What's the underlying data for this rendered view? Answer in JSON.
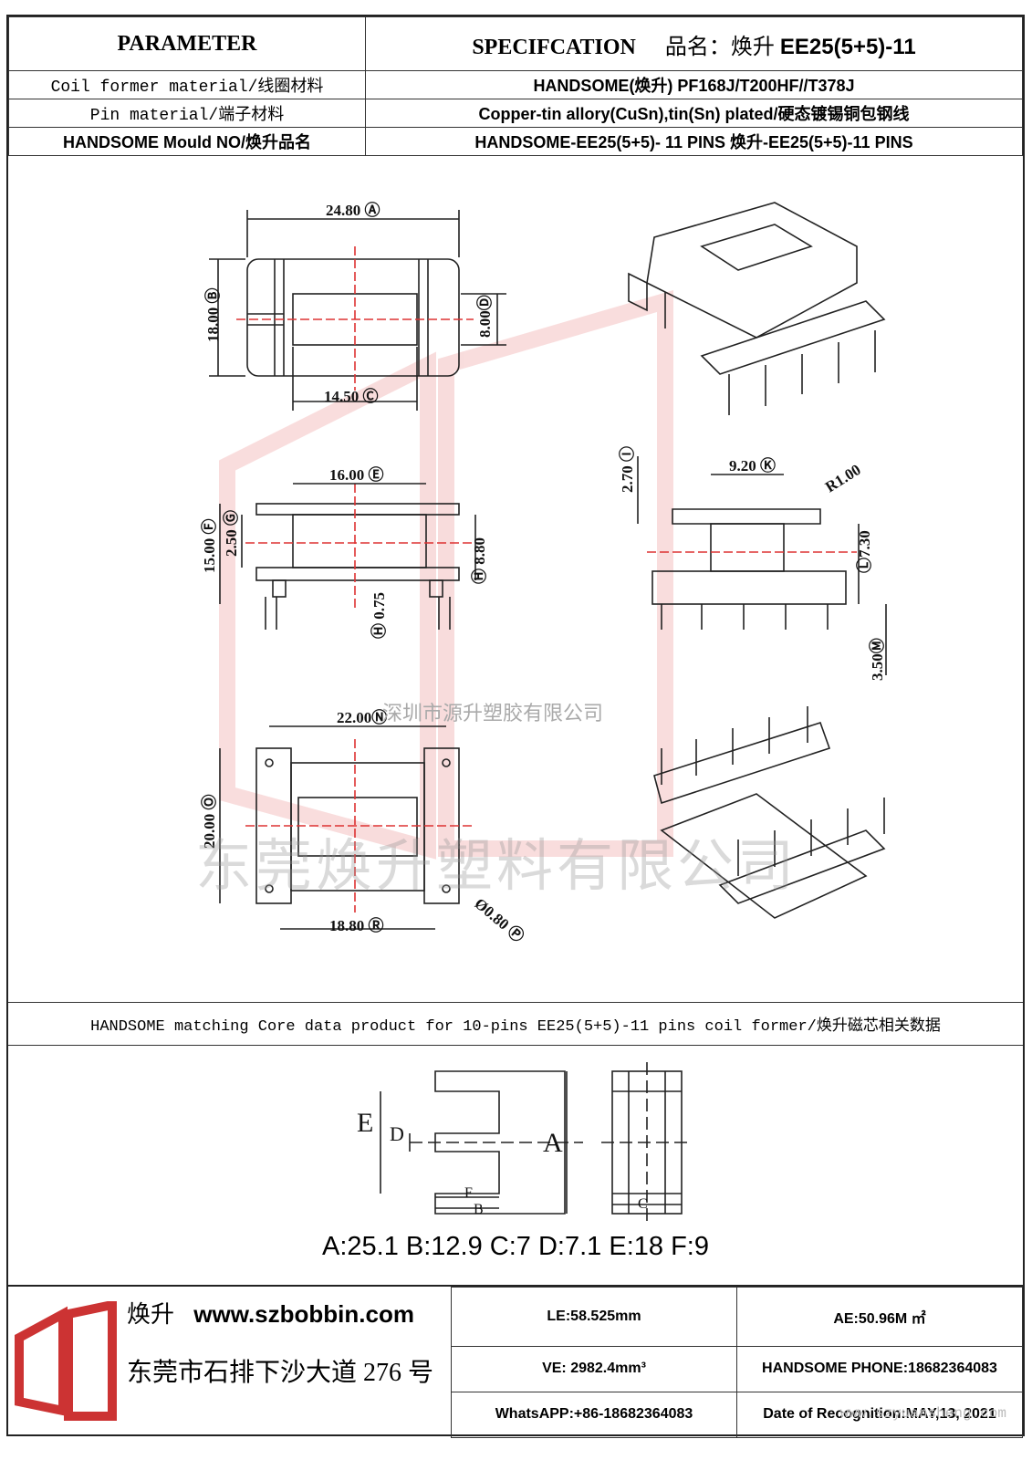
{
  "header": {
    "parameter": "PARAMETER",
    "specification": "SPECIFCATION",
    "product_prefix": "品名：焕升",
    "product_name": "EE25(5+5)-11"
  },
  "rows": [
    {
      "label": "Coil former material/线圈材料",
      "value": "HANDSOME(焕升)  PF168J/T200HF//T378J"
    },
    {
      "label": "Pin material/端子材料",
      "value": "Copper-tin allory(CuSn),tin(Sn) plated/硬态镀锡铜包钢线"
    },
    {
      "label": "HANDSOME Mould NO/焕升品名",
      "value": "HANDSOME-EE25(5+5)- 11 PINS   焕升-EE25(5+5)-11 PINS"
    }
  ],
  "dimensions": {
    "top_width": "24.80 Ⓐ",
    "top_height": "18.00 Ⓑ",
    "top_window": "14.50 Ⓒ",
    "top_right": "8.00Ⓓ",
    "side_width": "16.00 Ⓔ",
    "side_height": "15.00 Ⓕ",
    "side_flange": "2.50 Ⓖ",
    "side_center": "Ⓗ 8.80",
    "side_pin_gap": "Ⓗ 0.75",
    "end_top": "2.70 Ⓘ",
    "end_width": "9.20 Ⓚ",
    "end_radius": "R1.00",
    "end_height": "Ⓛ7.30",
    "end_pin": "3.50Ⓜ",
    "bottom_width": "22.00Ⓝ",
    "bottom_height": "20.00 Ⓞ",
    "bottom_pitch": "18.80 Ⓡ",
    "pin_dia": "Ø0.80 Ⓟ"
  },
  "watermark_line": "深圳市源升塑胶有限公司",
  "watermark_big": "东莞焕升塑料有限公司",
  "core_section_title": "HANDSOME matching Core data  product for 10-pins EE25(5+5)-11 pins coil former/焕升磁芯相关数据",
  "core_labels": {
    "A": "A",
    "B": "B",
    "C": "C",
    "D": "D",
    "E": "E",
    "F": "F"
  },
  "core_values": "A:25.1 B:12.9 C:7 D:7.1 E:18 F:9",
  "footer": {
    "brand_cn": "焕升",
    "website": "www.szbobbin.com",
    "address": "东莞市石排下沙大道 276 号",
    "le": "LE:58.525mm",
    "ae": "AE:50.96M ㎡",
    "ve": "VE: 2982.4mm³",
    "phone": "HANDSOME PHONE:18682364083",
    "whatsapp": "WhatsAPP:+86-18682364083",
    "date": "Date of Recognition:MAY,13, 2021"
  },
  "watermark_url": "www.szyuansheng.com"
}
